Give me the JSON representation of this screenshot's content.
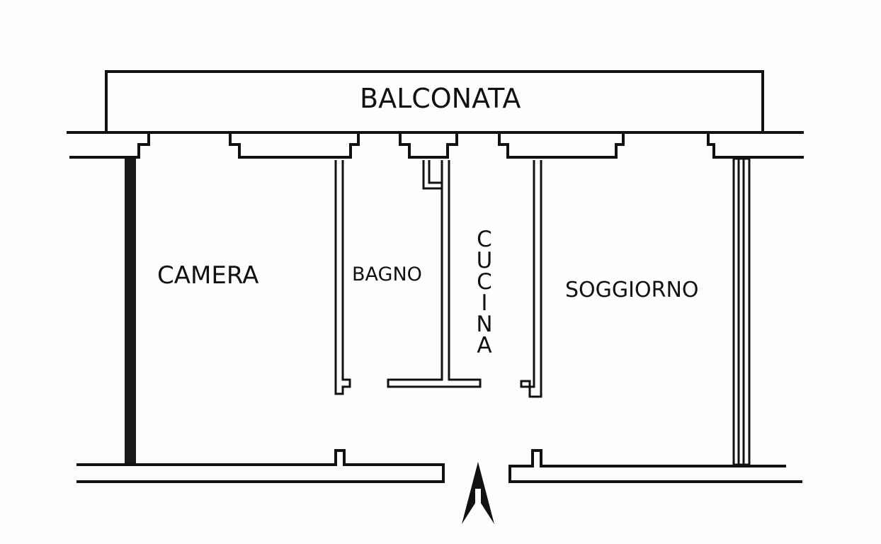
{
  "rooms": {
    "balconata": "BALCONATA",
    "camera": "CAMERA",
    "bagno": "BAGNO",
    "cucina": "CUCINA",
    "soggiorno": "SOGGIORNO"
  },
  "icons": {
    "north_arrow": "north-arrow-icon"
  },
  "colors": {
    "ink": "#111111",
    "paper": "#fdfdfd"
  }
}
